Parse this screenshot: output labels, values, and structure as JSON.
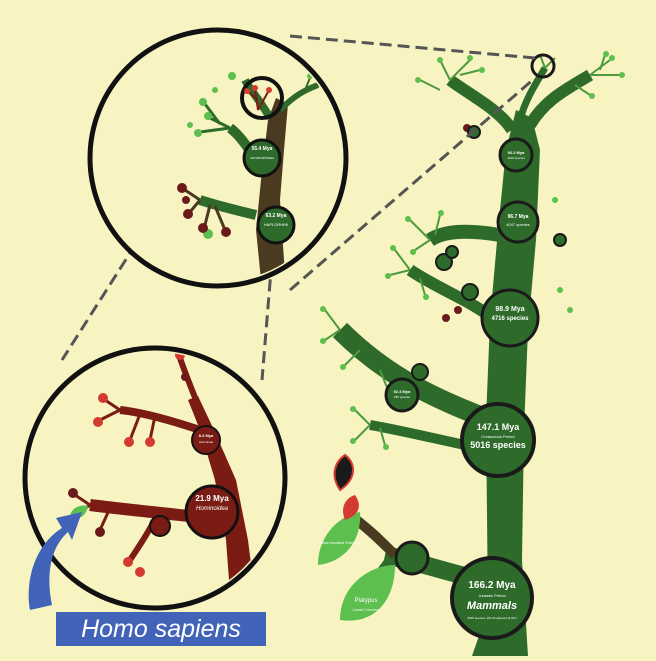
{
  "colors": {
    "background": "#f8f4c2",
    "trunk": "#2e6b2a",
    "trunk_dark": "#2a5a26",
    "branch_brown": "#4a3a1f",
    "hominid_red": "#7a1c14",
    "leaf_green": "#5cbf4e",
    "leaf_red": "#d43a2f",
    "caption_bg": "#4163b8"
  },
  "main_tree": {
    "nodes": [
      {
        "mya": "166.2 Mya",
        "sub": "Jurassic Period",
        "title": "Mammals",
        "detail": "5026 species, 201 threatened (4.0%)"
      },
      {
        "mya": "147.1 Mya",
        "sub": "Cretaceous Period",
        "title": "5016 species"
      },
      {
        "mya": "98.9 Mya",
        "title": "4716 species"
      },
      {
        "mya": "96.7 Mya",
        "title": "4047 species"
      },
      {
        "mya": "92.2 Mya",
        "title": "4619 species"
      },
      {
        "mya": "92.3 Mya",
        "title": "265 species"
      }
    ],
    "leaves": [
      {
        "title": "Platypus",
        "sub": "Least Concern"
      },
      {
        "title": "Short-beaked Echidna"
      }
    ]
  },
  "zoom_upper": {
    "nodes": [
      {
        "mya": "63.2 Mya",
        "title": "HAPLORHINI"
      },
      {
        "mya": "55.4 Mya",
        "title": "ANTHROPOIDEA"
      }
    ]
  },
  "zoom_lower": {
    "nodes": [
      {
        "mya": "21.9 Mya",
        "title": "Hominoidea"
      },
      {
        "mya": "8.3 Mya",
        "title": "Homininae"
      }
    ]
  },
  "caption": "Homo sapiens"
}
